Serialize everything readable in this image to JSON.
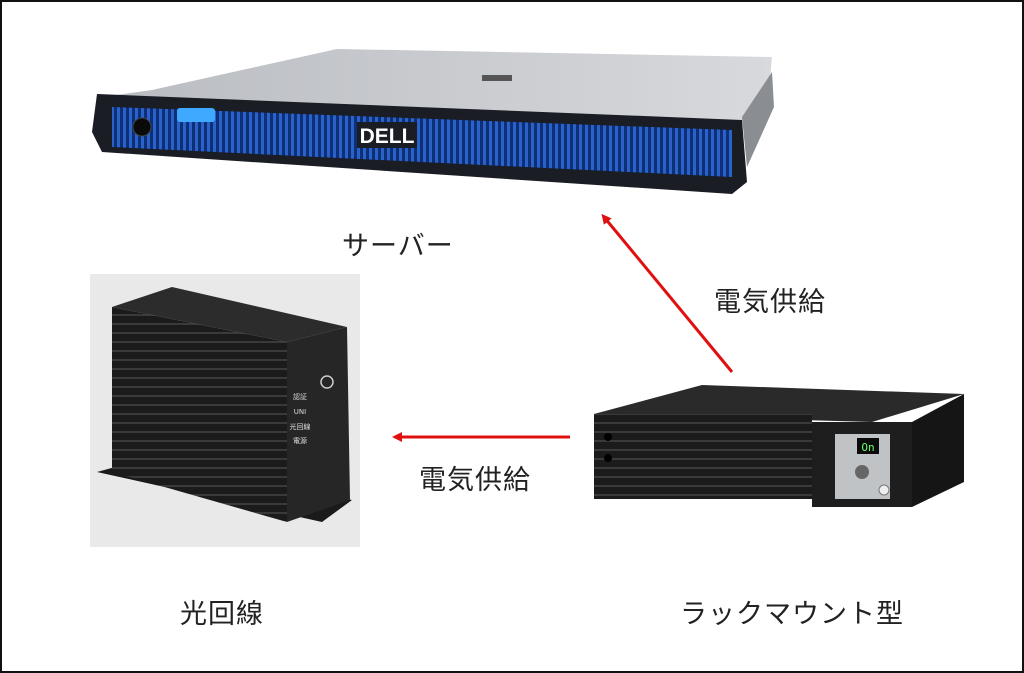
{
  "labels": {
    "server": "サーバー",
    "power_supply_top": "電気供給",
    "power_supply_left": "電気供給",
    "optical_line": "光回線",
    "rackmount": "ラックマウント型"
  },
  "devices": {
    "server_logo": "DELL",
    "onu_leds": [
      "認証",
      "UNI",
      "光回線",
      "電源"
    ],
    "ups_display": "On"
  },
  "colors": {
    "arrow": "#e01010",
    "server_grille": "#1f4fa8",
    "device_body": "#222222"
  }
}
